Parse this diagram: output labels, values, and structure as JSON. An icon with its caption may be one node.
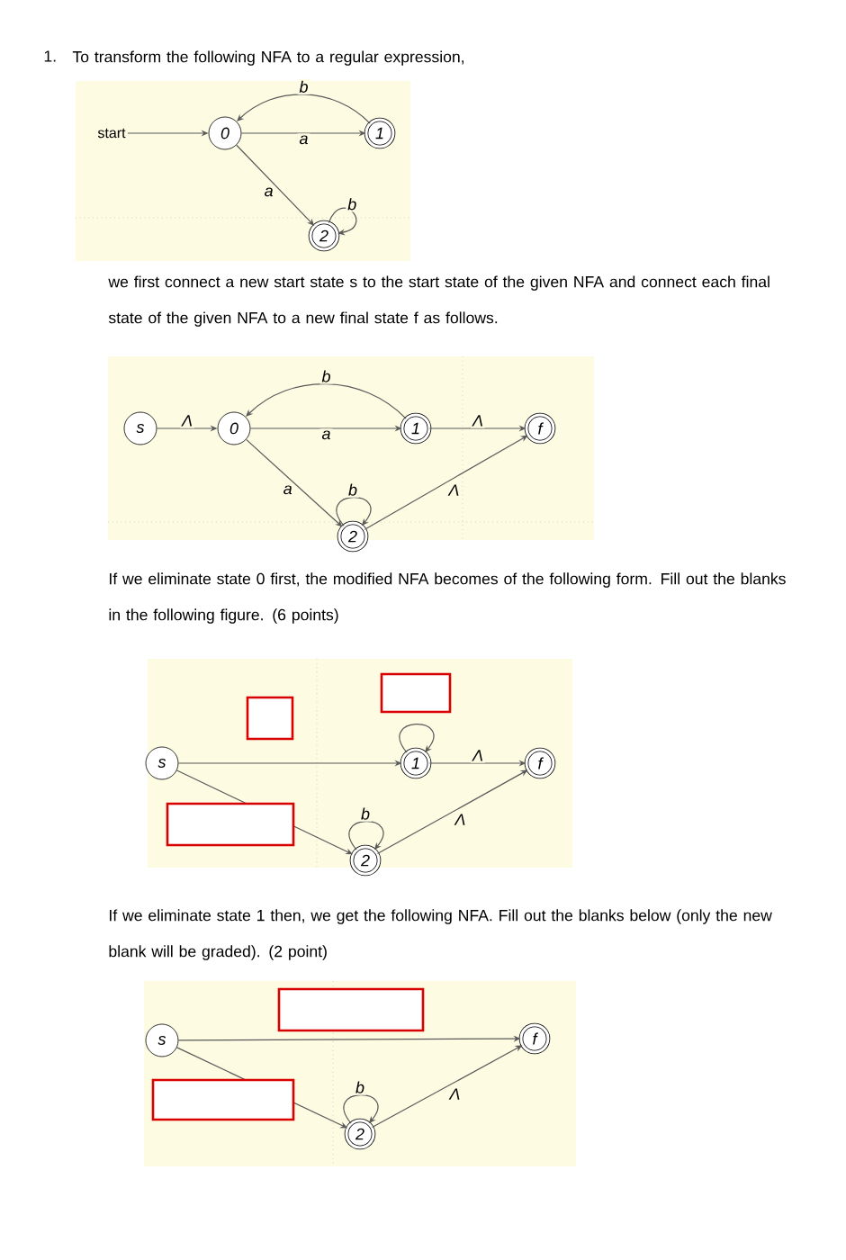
{
  "diagram": {
    "nodes": [
      {
        "text": [
          "start"
        ]
      },
      {
        "text": [
          "0"
        ]
      },
      {
        "text": [
          "1"
        ]
      },
      {
        "text": [
          "2"
        ]
      },
      {
        "text": [
          "s"
        ]
      },
      {
        "text": [
          "0"
        ]
      },
      {
        "text": [
          "1"
        ]
      },
      {
        "text": [
          "2"
        ]
      },
      {
        "text": [
          "f"
        ]
      },
      {
        "text": [
          "s"
        ]
      },
      {
        "text": [
          "1"
        ]
      },
      {
        "text": [
          "2"
        ]
      },
      {
        "text": [
          "f"
        ]
      },
      {
        "text": [
          "s"
        ]
      },
      {
        "text": [
          "2"
        ]
      },
      {
        "text": [
          "f"
        ]
      }
    ],
    "edges": [
      {
        "from": 0,
        "to": 1,
        "arrow": "to"
      },
      {
        "from": 1,
        "to": 2,
        "arrow": "to",
        "label": "a"
      },
      {
        "from": 2,
        "to": 1,
        "arrow": "to",
        "label": "b"
      },
      {
        "from": 1,
        "to": 3,
        "arrow": "to",
        "label": "a"
      },
      {
        "from": 3,
        "to": 3,
        "arrow": "to",
        "label": "b"
      },
      {
        "from": 4,
        "to": 5,
        "arrow": "to",
        "label": "Λ"
      },
      {
        "from": 5,
        "to": 6,
        "arrow": "to",
        "label": "a"
      },
      {
        "from": 6,
        "to": 5,
        "arrow": "to",
        "label": "b"
      },
      {
        "from": 5,
        "to": 7,
        "arrow": "to",
        "label": "a"
      },
      {
        "from": 7,
        "to": 7,
        "arrow": "to",
        "label": "b"
      },
      {
        "from": 6,
        "to": 8,
        "arrow": "to",
        "label": "Λ"
      },
      {
        "from": 7,
        "to": 8,
        "arrow": "to",
        "label": "Λ"
      },
      {
        "from": 9,
        "to": 10,
        "arrow": "to"
      },
      {
        "from": 10,
        "to": 10,
        "arrow": "to"
      },
      {
        "from": 9,
        "to": 11,
        "arrow": "to"
      },
      {
        "from": 11,
        "to": 11,
        "arrow": "to",
        "label": "b"
      },
      {
        "from": 10,
        "to": 12,
        "arrow": "to",
        "label": "Λ"
      },
      {
        "from": 11,
        "to": 12,
        "arrow": "to",
        "label": "Λ"
      },
      {
        "from": 13,
        "to": 15,
        "arrow": "to"
      },
      {
        "from": 13,
        "to": 14,
        "arrow": "to"
      },
      {
        "from": 14,
        "to": 14,
        "arrow": "to",
        "label": "b"
      },
      {
        "from": 14,
        "to": 15,
        "arrow": "to",
        "label": "Λ"
      }
    ],
    "labels": [
      "1.",
      "To transform the following NFA to a regular expression,",
      "we first connect a new start state s to the start state of the given NFA and connect each final state of the given NFA to a new final state f as follows.",
      "If we eliminate state 0 first, the modified NFA becomes of the following form. Fill out the blanks in the following figure.     (6 points)",
      "If we eliminate state 1 then, we get the following NFA. Fill out the blanks below (only the new blank will be graded). (2 point)"
    ]
  }
}
